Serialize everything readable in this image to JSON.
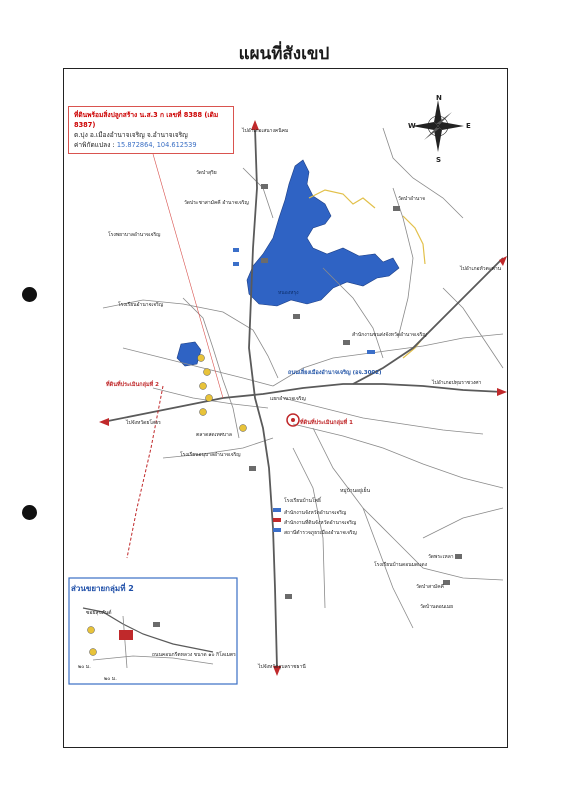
{
  "title": "แผนที่สังเขป",
  "info_box": {
    "line1": "ที่ดินพร้อมสิ่งปลูกสร้าง น.ส.3 ก เลขที่ 8388 (เดิม 8387)",
    "line2": "ต.บุ่ง อ.เมืองอำนาจเจริญ จ.อำนาจเจริญ",
    "coord_label": "ค่าพิกัดแปลง :",
    "coord_value": "15.872864, 104.612539"
  },
  "compass": {
    "n": "N",
    "s": "S",
    "e": "E",
    "w": "W"
  },
  "inset": {
    "title": "ส่วนขยายกลุ่มที่ 2",
    "label_a": "ซอยสุขสันต์",
    "label_b": "ถนนคอนกรีตหลวง ขนาด ๑๐ กิโลเมตร",
    "dist_a": "๒๐ ม.",
    "dist_b": "๒๐ ม."
  },
  "labels": {
    "north_road": "ไปอำเภอเสนางคนิคม",
    "south_road": "ไปจังหวัดอุบลราชธานี",
    "east_road": "ไปอำเภอปทุมราชวงศา",
    "east_road_b": "ไปอำเภอหัวตะพาน",
    "west_road": "ไปจังหวัดยโสธร",
    "lake": "หนองหรุง",
    "subject": "ที่ดินที่ประเมินกลุ่มที่ 1",
    "subject_2": "ที่ดินที่ประเมินกลุ่มที่ 2",
    "ring_road": "ถนนเลี่ยงเมืองอำนาจเจริญ (อจ.3002)",
    "junction": "แยกอำนาจเจริญ",
    "school1": "โรงเรียนอำนาจเจริญ",
    "school2": "โรงเรียนอนุบาลอำนาจเจริญ",
    "temple1": "วัดป่าสุริย",
    "temple2": "วัดประชาสามัคคี อำนาจเจริญ",
    "hospital": "โรงพยาบาลอำนาจเจริญ",
    "office1": "สำนักงานจังหวัดอำนาจเจริญ",
    "office2": "สำนักงานที่ดินจังหวัดอำนาจเจริญ",
    "office3": "สถานีตำรวจภูธรเมืองอำนาจเจริญ",
    "school3": "โรงเรียนบ้านโพธิ์",
    "school4": "โรงเรียนบ้านดอนมดแดง",
    "temple3": "วัดป่าสามัคคี",
    "temple4": "วัดบ้านดอนเมย",
    "village1": "หมู่บ้านอยู่เย็น",
    "market": "ตลาดสดเทศบาล",
    "office4": "สำนักงานขนส่งจังหวัดอำนาจเจริญ",
    "temple5": "วัดป่าอำนาจ",
    "temple6": "วัดพระเหลา"
  },
  "colors": {
    "lake": "#2f63c4",
    "road": "#8a8a8a",
    "highway": "#5a5a5a",
    "red_road": "#c0292b",
    "yellow_road": "#e2c04a",
    "frame": "#222222",
    "info_border": "#d9534f"
  }
}
